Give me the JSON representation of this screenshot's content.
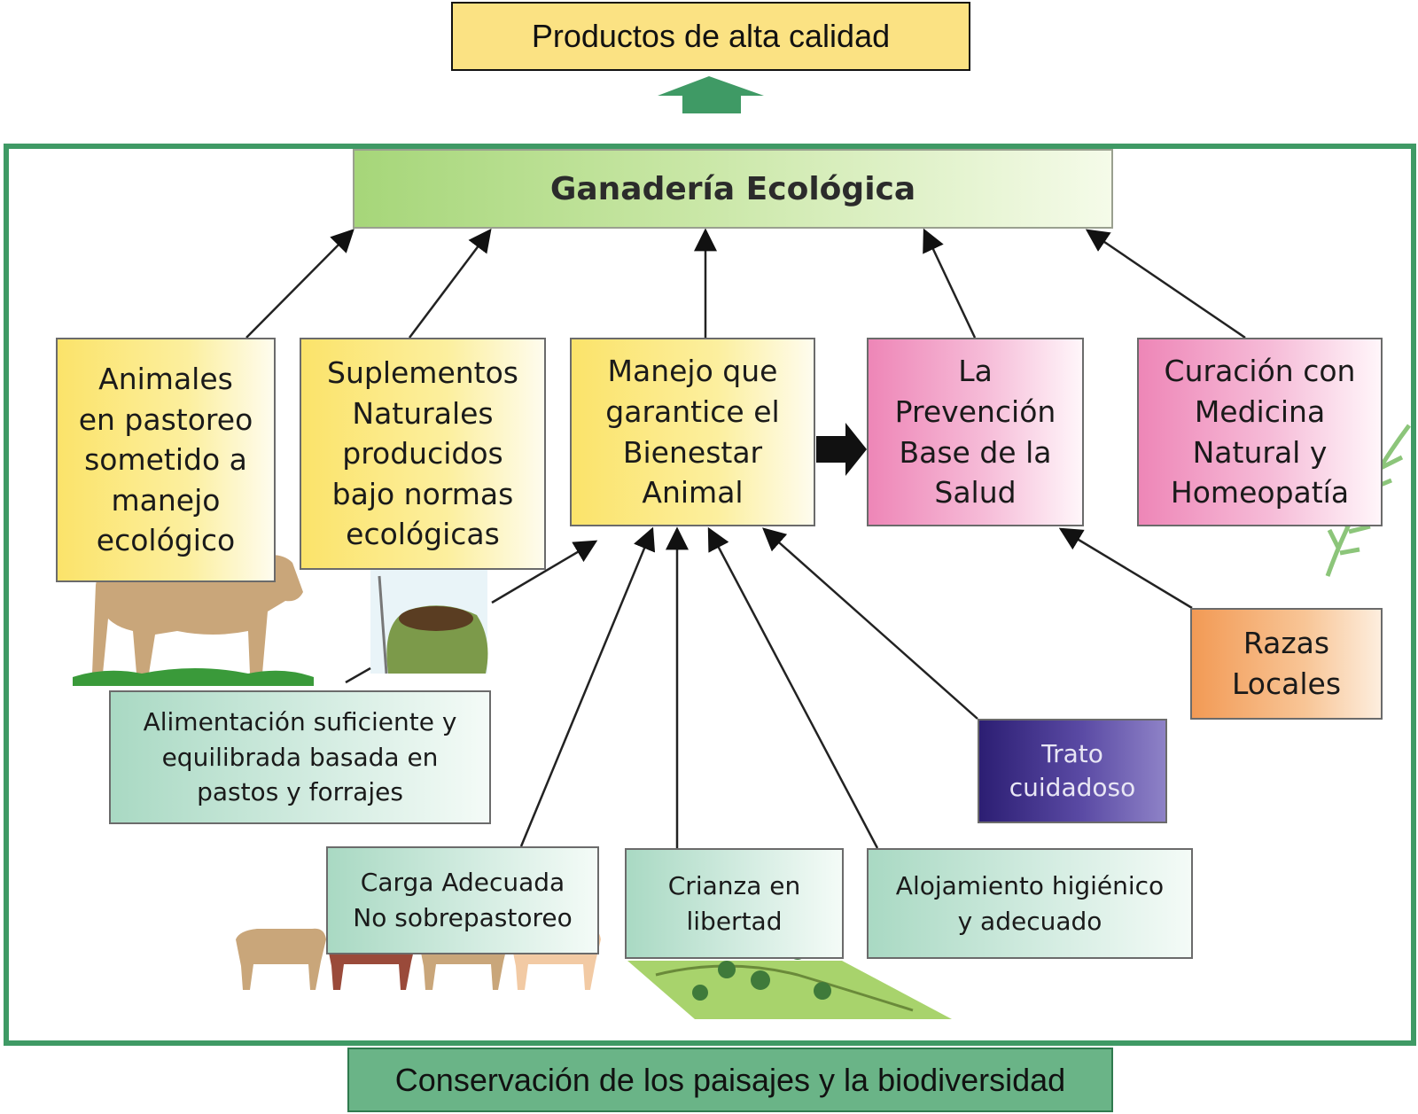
{
  "outputs": {
    "top": "Productos de alta  calidad",
    "bottom": "Conservación de  los paisajes y la biodiversidad"
  },
  "main_concept": "Ganadería Ecológica",
  "pillars": {
    "animales": "Animales\nen pastoreo\nsometido a\nmanejo\necológico",
    "suplementos": "Suplementos\nNaturales\nproducidos\nbajo normas\necológicas",
    "manejo": "Manejo que\ngarantice el\nBienestar\nAnimal",
    "prevencion": "La\nPrevención\nBase de la\nSalud",
    "curacion": "Curación con\nMedicina\nNatural y\nHomeopatía"
  },
  "factors": {
    "alimentacion": "Alimentación suficiente y\nequilibrada basada en\npastos y forrajes",
    "carga": "Carga Adecuada\nNo sobrepastoreo",
    "crianza": "Crianza en\nlibertad",
    "alojamiento": "Alojamiento higiénico\ny adecuado",
    "trato": "Trato\ncuidadoso",
    "razas": "Razas\nLocales"
  },
  "colors": {
    "frame": "#3f9a65",
    "arrow_up": "#3f9a65",
    "cow_tan": "#c9a67a",
    "cow_brown": "#9a4a3a",
    "cow_light": "#f2caa4",
    "grass": "#3a9a3a"
  },
  "illustrations": [
    "cow-illustration",
    "feed-sack-illustration",
    "cattle-herd-illustration",
    "landscape-illustration",
    "fern-illustration"
  ]
}
